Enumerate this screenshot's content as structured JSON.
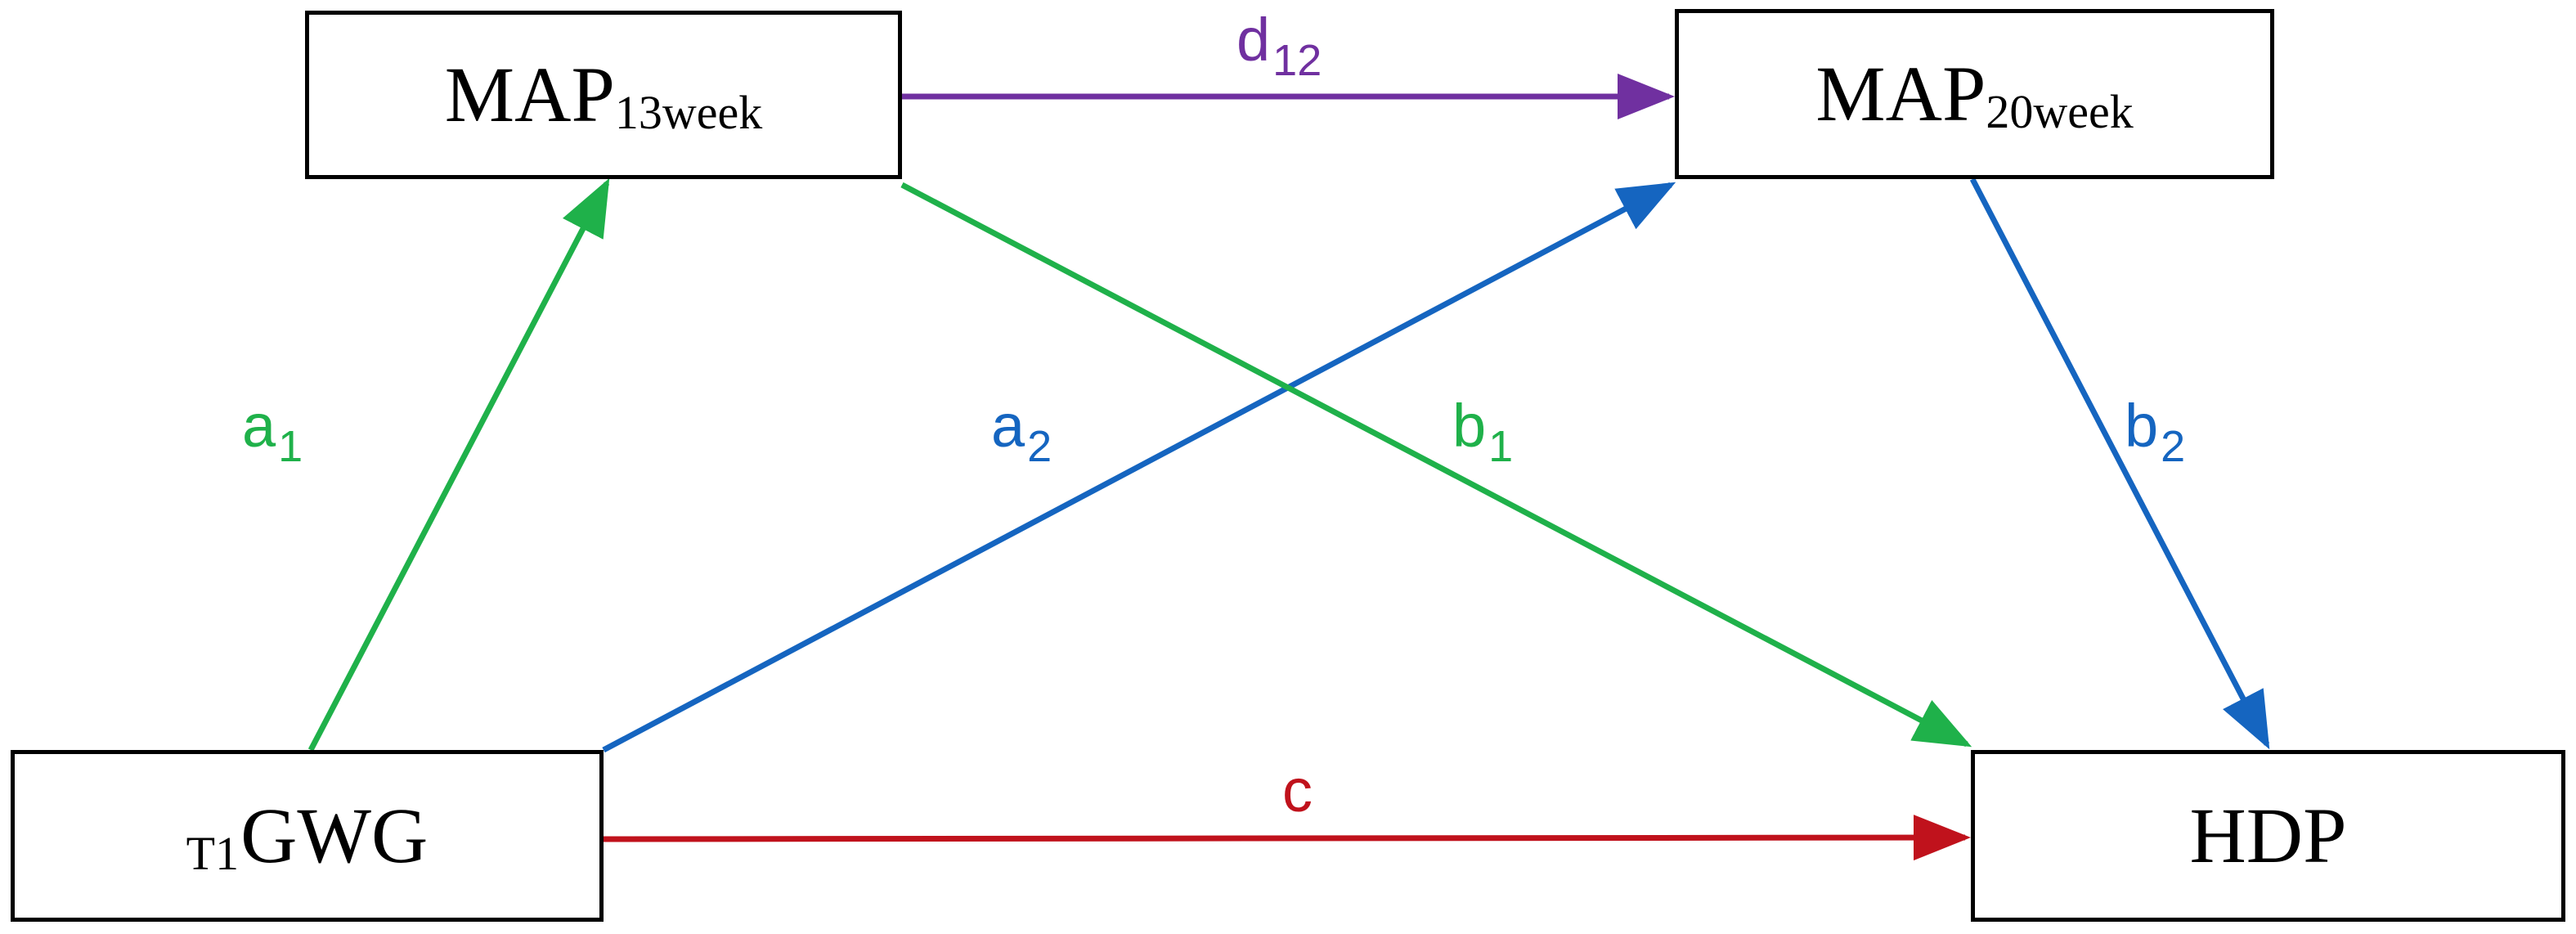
{
  "nodes": {
    "map13": {
      "main": "MAP",
      "sub": "13week"
    },
    "map20": {
      "main": "MAP",
      "sub": "20week"
    },
    "gwg": {
      "presub": "T1",
      "main": "GWG"
    },
    "hdp": {
      "main": "HDP"
    }
  },
  "edges": {
    "a1": {
      "main": "a",
      "sub": "1",
      "color": "#1fb14a"
    },
    "a2": {
      "main": "a",
      "sub": "2",
      "color": "#1565c0"
    },
    "b1": {
      "main": "b",
      "sub": "1",
      "color": "#1fb14a"
    },
    "b2": {
      "main": "b",
      "sub": "2",
      "color": "#1565c0"
    },
    "d12": {
      "main": "d",
      "sub": "12",
      "color": "#7030a0"
    },
    "c": {
      "main": "c",
      "sub": "",
      "color": "#c0121c"
    }
  }
}
